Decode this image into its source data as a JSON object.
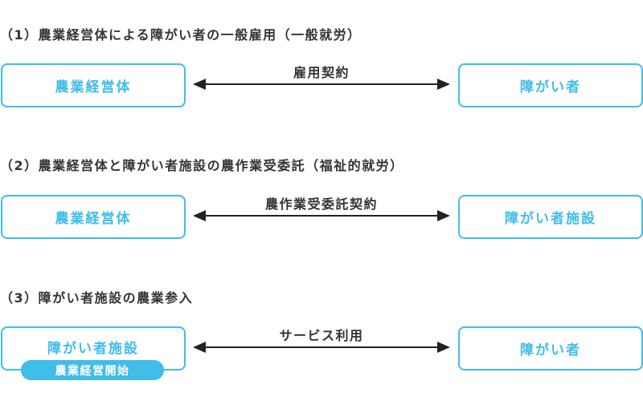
{
  "colors": {
    "accent": "#40bde8",
    "text": "#333333",
    "arrow": "#222222"
  },
  "sections": [
    {
      "title": "（1）農業経営体による障がい者の一般雇用（一般就労）",
      "left_node": "農業経営体",
      "relation": "雇用契約",
      "right_node": "障がい者"
    },
    {
      "title": "（2）農業経営体と障がい者施設の農作業受委託（福祉的就労）",
      "left_node": "農業経営体",
      "relation": "農作業受委託契約",
      "right_node": "障がい者施設"
    },
    {
      "title": "（3）障がい者施設の農業参入",
      "left_node": "障がい者施設",
      "left_badge": "農業経営開始",
      "relation": "サービス利用",
      "right_node": "障がい者"
    }
  ]
}
